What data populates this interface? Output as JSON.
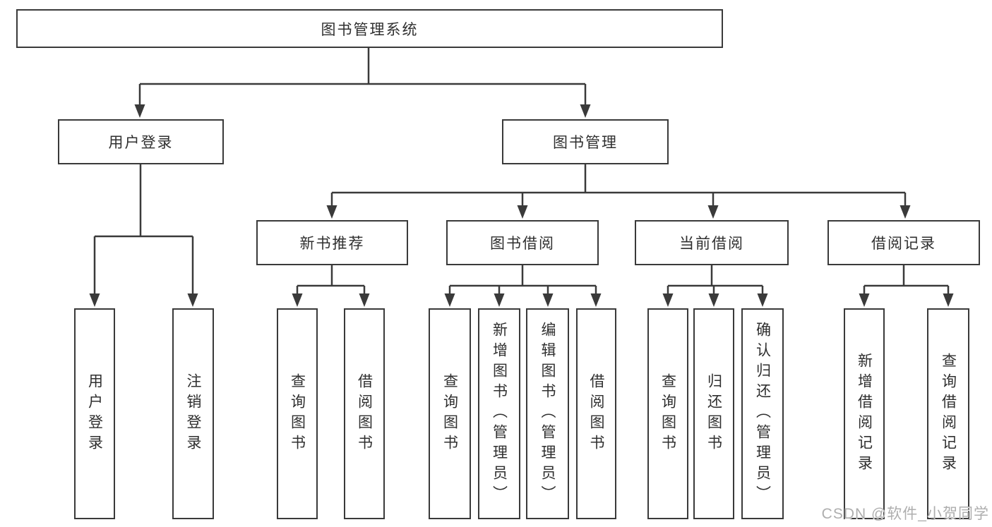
{
  "root": {
    "label": "图书管理系统"
  },
  "level2": [
    {
      "label": "用户登录",
      "children": [
        {
          "label": "用户登录"
        },
        {
          "label": "注销登录"
        }
      ]
    },
    {
      "label": "图书管理",
      "children": [
        {
          "label": "新书推荐",
          "children": [
            {
              "label": "查询图书"
            },
            {
              "label": "借阅图书"
            }
          ]
        },
        {
          "label": "图书借阅",
          "children": [
            {
              "label": "查询图书"
            },
            {
              "label": "新增图书（管理员）"
            },
            {
              "label": "编辑图书（管理员）"
            },
            {
              "label": "借阅图书"
            }
          ]
        },
        {
          "label": "当前借阅",
          "children": [
            {
              "label": "查询图书"
            },
            {
              "label": "归还图书"
            },
            {
              "label": "确认归还（管理员）"
            }
          ]
        },
        {
          "label": "借阅记录",
          "children": [
            {
              "label": "新增借阅记录"
            },
            {
              "label": "查询借阅记录"
            }
          ]
        }
      ]
    }
  ],
  "watermark": "CSDN @软件_小贺同学",
  "colors": {
    "line": "#3a3a3a",
    "text": "#2f2f2f",
    "watermark": "#aeaeae",
    "background": "#ffffff"
  }
}
